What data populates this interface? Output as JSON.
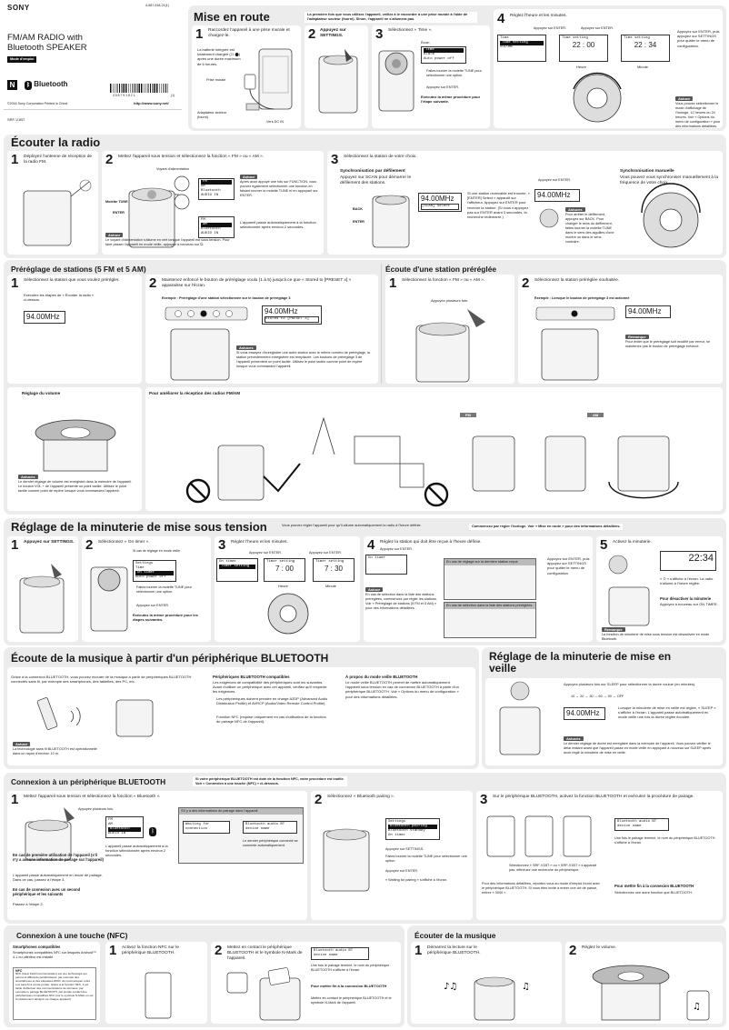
{
  "cover": {
    "part_number": "4-587-918-21(1)",
    "brand": "SONY",
    "title": "FM/AM RADIO with Bluetooth SPEAKER",
    "mode_badge": "Mode d'emploi",
    "nfc_label": "N",
    "bluetooth_label": "Bluetooth",
    "barcode_number": "4 5 8 7 9 1 8 2 1",
    "barcode_suffix": "(1)",
    "copyright": "©2016 Sony Corporation   Printed in China",
    "url": "http://www.sony.net/",
    "model": "SRF-V1BT"
  },
  "setup": {
    "title": "Mise en route",
    "intro": "La première fois que vous utilisez l'appareil, veillez à le raccorder à une prise murale à l'aide de l'adaptateur secteur (fourni). Sinon, l'appareil ne s'allumera pas.",
    "step1_text": "Raccordez l'appareil à une prise murale et chargez-le.",
    "step1_battery": "La batterie intégrée est totalement chargée (☐ ⬤) après une durée maximum de 6 heures.",
    "label_prise": "Prise murale",
    "label_adapter": "Adaptateur secteur (fourni)",
    "label_dcin": "Vers DC IN",
    "step2_text": "Appuyez sur SETTINGS.",
    "step3_text": "Sélectionnez « Time ».",
    "step3_menu": [
      "Time",
      "Alarm",
      "Auto power off"
    ],
    "step3_hint": "Faites tourner la molette TUNE pour sélectionner une option.",
    "step3_enter": "Appuyez sur ENTER.",
    "step3_repeat": "Exécutez la même procédure pour l'étape suivante.",
    "step3_screen_label": "Écran",
    "step4_text": "Réglez l'heure et les minutes.",
    "step4_enter": "Appuyez sur ENTER.",
    "time_screens": [
      {
        "title": "Time",
        "line1": "Time setting",
        "line2": "VOLUME"
      },
      {
        "title": "Time setting",
        "value": "22 : 00",
        "caption": "Heure"
      },
      {
        "title": "Time setting",
        "value": "22 : 34",
        "caption": "Minute"
      }
    ],
    "step4_exit": "Appuyez sur ENTER, puis appuyez sur SETTINGS pour quitter le menu de configuration.",
    "astuce_label": "Astuce",
    "astuce_text": "Vous pouvez sélectionner le mode d'affichage de l'horloge, 12 heures ou 24 heures. Voir « Options du menu de configuration » pour des informations détaillées."
  },
  "radio": {
    "title": "Écouter la radio",
    "step1_text": "Déployez l'antenne de réception de la radio FM.",
    "step2_text": "Mettez l'appareil sous tension et sélectionnez la fonction « FM » ou « AM ».",
    "label_power": "Voyant d'alimentation",
    "label_tune": "Molette TUNE",
    "label_enter": "ENTER",
    "label_press_several": "Appuyez plusieurs fois.",
    "astuce_label": "Astuce",
    "astuce_text": "Après avoir appuyé une fois sur FUNCTION, vous pouvez également sélectionner une fonction en faisant tourner la molette TUNE et en appuyant sur ENTER.",
    "auto_select": "L'appareil passe automatiquement à la fonction sélectionnée après environ 2 secondes.",
    "astuce2_text": "Le voyant d'alimentation s'allume en vert lorsque l'appareil est sous tension. Pour faire passer l'appareil en mode veille, appuyez à nouveau sur ⏻.",
    "func_lcd": [
      "FM",
      "AM",
      "Bluetooth",
      "AUDIO IN"
    ],
    "step3_text": "Sélectionnez la station de votre choix.",
    "scan_title": "Synchronisation par défilement",
    "scan_text": "Appuyez sur SCAN pour démarrer le défilement des stations.",
    "label_back": "BACK",
    "scan_lcd": "94.00MHz",
    "scan_lcd2": "[SCAN] Select",
    "scan_found": "Si une station receivable est trouvée, « [ENTER] Select » apparaît sur l'afficheur. Appuyez sur ENTER pour recevoir la station. (Si vous n'appuyez pas sur ENTER avant 3 secondes, la recherche redémarre.)",
    "scan_enter": "Appuyez sur ENTER.",
    "scan_result": "94.00MHz",
    "astuces_label": "Astuces",
    "astuces_text": "Pour arrêter le défilement, appuyez sur BACK. Pour changer le sens du défilement, faites tourner la molette TUNE dans le sens des aiguilles d'une montre ou dans le sens contraire.",
    "manual_title": "Synchronisation manuelle",
    "manual_text": "Vous pouvez vous synchroniser manuellement à la fréquence de votre choix."
  },
  "preset": {
    "title": "Préréglage de stations (5 FM et 5 AM)",
    "step1_text": "Sélectionnez la station que vous voulez prérégler.",
    "step1_sub": "Exécutez les étapes de « Écouter la radio » ci-dessus.",
    "lcd_freq": "94.00MHz",
    "step2_text": "Maintenez enfoncé le bouton de préréglage voulu (1 à 5) jusqu'à ce que « Stored to [PRESET x] » apparaisse sur l'écran.",
    "example": "Exemple : Préréglage d'une station sélectionnée sur le bouton de préréglage 3",
    "lcd_stored": "Stored to [PRESET 3]",
    "lcd_preset": "94.00MHz",
    "astuces_label": "Astuces",
    "astuces_text": "Si vous essayez d'enregistrer une autre station avec le même numéro de préréglage, la station précédemment enregistrée est remplacée. Les boutons de préréglage 3 de l'appareil présentent un point tactile. Utilisez le point tactile comme point de repère lorsque vous commandez l'appareil.",
    "volume_title": "Réglage du volume",
    "volume_astuces": "Le dernier réglage de volume est enregistré dans la mémoire de l'appareil. Le bouton VOL + de l'appareil présente un point tactile. Utilisez le point tactile comme point de repère lorsque vous commandez l'appareil.",
    "reception_title": "Pour améliorer la réception des radios FM/AM",
    "fm_label": "FM",
    "am_label": "AM"
  },
  "listen_preset": {
    "title": "Écoute d'une station préréglée",
    "step1_text": "Sélectionnez la fonction « FM » ou « AM ».",
    "step1_sub": "Appuyez plusieurs fois.",
    "step2_text": "Sélectionnez la station préréglée souhaitée.",
    "example": "Exemple : Lorsque le bouton de préréglage 3 est actionné",
    "lcd": "94.00MHz",
    "remarque_label": "Remarque",
    "remarque_text": "Pour éviter que le préréglage soit modifié par erreur, ne maintenez pas le bouton de préréglage enfoncé."
  },
  "sleep_timer": {
    "title": "Réglage de la minuterie de mise sous tension",
    "intro": "Vous pouvez régler l'appareil pour qu'il allume automatiquement la radio à l'heure définie.",
    "intro_box": "Commencez par régler l'horloge. Voir « Mise en route » pour des informations détaillées.",
    "step1_text": "Appuyez sur SETTINGS.",
    "step2_text": "Sélectionnez « On timer ».",
    "step2_sub": "Si cas de réglage en mode veille",
    "step2_menu": [
      "Settings",
      "Time",
      "On timer",
      "Auto power off"
    ],
    "step2_tune": "Faites tourner la molette TUNE pour sélectionner une option.",
    "step2_enter": "Appuyez sur ENTER.",
    "step2_repeat": "Exécutez la même procédure pour les étapes suivantes.",
    "step3_text": "Réglez l'heure et les minutes.",
    "step3_enter": "Appuyez sur ENTER.",
    "screens": [
      {
        "title": "On timer",
        "value": "Timer setting"
      },
      {
        "title": "Timer setting",
        "value": "7 : 00",
        "caption": "Heure"
      },
      {
        "title": "Timer setting",
        "value": "7 : 30",
        "caption": "Minute"
      }
    ],
    "step4_text": "Réglez la station qui doit être reçue à l'heure définie.",
    "step4_enter": "Appuyez sur ENTER.",
    "step4_box1": "En cas de réglage sur la dernière station reçue",
    "step4_box2": "En cas de sélection dans la liste des stations préréglées",
    "step4_astuce": "En cas de sélection dans la liste des stations préréglées, commencez par régler les stations. Voir « Préréglage de stations (5 FM et 5 AM) » pour des informations détaillées.",
    "step4_side": "Appuyez sur ENTER, puis appuyez sur SETTINGS pour quitter le menu de configuration.",
    "step5_text": "Activez la minuterie.",
    "step5_lcd": "22:34",
    "step5_desc": "« ⊙ » s'affiche à l'écran. La radio s'allume à l'heure réglée.",
    "step5_off_title": "Pour désactiver la minuterie",
    "step5_off_text": "Appuyez à nouveau sur ON TIMER.",
    "remarque_label": "Remarque",
    "remarque_text": "La fonction de minuterie de mise sous tension est désactivée en mode Bluetooth."
  },
  "bluetooth": {
    "title": "Écoute de la musique à partir d'un périphérique BLUETOOTH",
    "intro": "Grâce à la connexion BLUETOOTH, vous pouvez écouter de la musique à partir de périphériques BLUETOOTH connectés sans fil, par exemple des smartphones, des tablettes, des PC, etc.",
    "compat_title": "Périphériques BLUETOOTH compatibles",
    "compat_text": "Les exigences de compatibilité des périphériques sont les suivantes. Avant d'utiliser un périphérique avec cet appareil, vérifiez qu'il respecte les exigences.",
    "compat_bullets": [
      "Les périphériques doivent prendre en charge A2DP (Advanced Audio Distribution Profile) et AVRCP (Audio/Video Remote Control Profile).",
      "Fonction NFC (requise uniquement en cas d'utilisation de la fonction de pairage NFC de l'appareil)."
    ],
    "veille_title": "À propos du mode veille BLUETOOTH",
    "veille_text": "Le mode veille BLUETOOTH permet de mettre automatiquement l'appareil sous tension en cas de connexion BLUETOOTH à partir d'un périphérique BLUETOOTH. Voir « Options du menu de configuration » pour des informations détaillées.",
    "astuce_label": "Astuce",
    "astuce_text": "La technologie sans fil BLUETOOTH est opérationnelle dans un rayon d'environ 10 m."
  },
  "sleep": {
    "title": "Réglage de la minuterie de mise en veille",
    "text": "Appuyez plusieurs fois sur SLEEP pour sélectionner la durée voulue (en minutes).",
    "scale": [
      "10",
      "20",
      "30",
      "60",
      "90",
      "OFF"
    ],
    "lcd": "94.00MHz",
    "desc": "Lorsque la minuterie de mise en veille est réglée, « SLEEP » s'affiche à l'écran. L'appareil passe automatiquement en mode veille une fois la durée réglée écoulée.",
    "astuces_label": "Astuces",
    "astuces_text": "Le dernier réglage de durée est enregistré dans la mémoire de l'appareil. Vous pouvez vérifier le délai restant avant que l'appareil passe en mode veille en appuyant à nouveau sur SLEEP après avoir réglé la minuterie de mise en veille."
  },
  "connect": {
    "title": "Connexion à un périphérique BLUETOOTH",
    "intro": "Si votre périphérique BLUETOOTH est doté de la fonction NFC, votre procédure est inutile. Voir « Connexion à une touche (NFC) » ci-dessous.",
    "step1_text": "Mettez l'appareil sous tension et sélectionnez la fonction « Bluetooth ».",
    "step1_press": "Appuyez plusieurs fois.",
    "step1_lcd": [
      "FM",
      "AM",
      "Bluetooth",
      "AUDIO IN"
    ],
    "step1_auto": "L'appareil passe automatiquement à la fonction sélectionnée après environ 2 secondes.",
    "step1_first_title": "En cas de première utilisation de l'appareil (s'il n'y a aucune information de pairage sur l'appareil)",
    "step1_first_text": "L'appareil passe automatiquement en mode de pairage. Dans ce cas, passez à l'étape 3.",
    "step1_second_title": "En cas de connexion avec un second périphérique et les suivants",
    "step1_second_text": "Passez à l'étape 2.",
    "step1_box": "S'il y a des informations de pairage dans l'appareil",
    "step1_lcd2_a": "Waiting for connection",
    "step1_lcd2_b": "Bluetooth audio BT device name",
    "step1_last": "Le dernier périphérique connecté se connecte automatiquement.",
    "step2_text": "Sélectionnez « Bluetooth pairing ».",
    "step2_menu": [
      "Settings",
      "Bluetooth pairing",
      "Bluetooth standby",
      "On timer"
    ],
    "step2_a": "Appuyez sur SETTINGS.",
    "step2_b": "Faites tourner la molette TUNE pour sélectionner une option.",
    "step2_c": "Appuyez sur ENTER.",
    "step2_wait": "« Waiting for pairing » s'affiche à l'écran.",
    "step3_text": "Sur le périphérique BLUETOOTH, activez la fonction BLUETOOTH et exécutez la procédure de pairage.",
    "step3_select": "Sélectionnez « SRF-V1BT » ou « SRF-V1BT » s'apparaît pas, effectuez une recherche du périphérique.",
    "step3_lcd": "Bluetooth audio BT device name",
    "step3_done": "Une fois le pairage terminé, le nom du périphérique BLUETOOTH s'affiche à l'écran.",
    "step3_info": "Pour des informations détaillées, reportez-vous au mode d'emploi fourni avec le périphérique BLUETOOTH. Si vous êtes invité à entrer une clé de passe, entrez « 0000 ».",
    "step3_end_title": "Pour mettre fin à la connexion BLUETOOTH",
    "step3_end_text": "Sélectionnez une autre fonction que BLUETOOTH."
  },
  "nfc": {
    "title": "Connexion à une touche (NFC)",
    "compat_title": "Smartphones compatibles",
    "compat_text": "Smartphones compatibles NFC sur lesquels Android™ 4.1 ou ultérieur est installé",
    "nfc_box_title": "NFC",
    "nfc_box_text": "NFC (Near Field Communication) est une technologie qui permet à différents périphériques, par exemple des smartphones et des étiquettes RFID, de communiquer entre eux sans fil à courte portée. Grâce à la fonction NFC, il est facile d'effectuer des communications de données, par exemple le pairage BLUETOOTH, par simple contact des périphériques compatibles NFC (sur le symbole N-Mark ou sur l'emplacement désigné sur chaque appareil).",
    "step1_text": "Activez la fonction NFC sur le périphérique BLUETOOTH.",
    "step2_text": "Mettez en contact le périphérique BLUETOOTH et le symbole N-Mark de l'appareil.",
    "lcd": "Bluetooth audio BT device name",
    "done": "Une fois le pairage terminé, le nom du périphérique BLUETOOTH s'affiche à l'écran.",
    "end_title": "Pour mettre fin à la connexion BLUETOOTH",
    "end_text": "Mettez en contact le périphérique BLUETOOTH et le symbole N-Mark de l'appareil."
  },
  "music": {
    "title": "Écouter de la musique",
    "step1_text": "Démarrez la lecture sur le périphérique BLUETOOTH.",
    "step2_text": "Réglez le volume."
  }
}
